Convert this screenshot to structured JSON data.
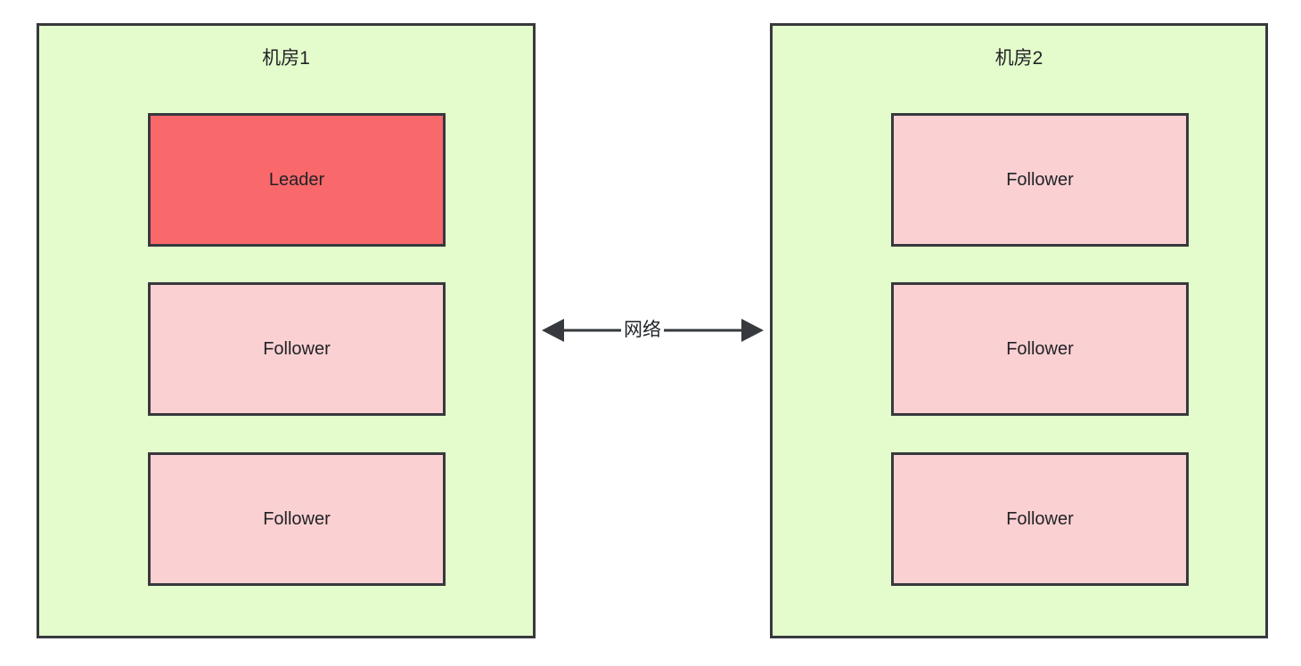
{
  "diagram": {
    "title": "",
    "colors": {
      "canvas_background": "#FFFFFF",
      "zone_fill": "#E4FBCB",
      "zone_border": "#36393D",
      "leader_fill": "#F9686B",
      "follower_fill": "#FBD0D2",
      "node_border": "#36393D",
      "text": "#1F2226",
      "link_stroke": "#36393D"
    },
    "zones": [
      {
        "id": "zone-1",
        "title": "机房1",
        "nodes": [
          {
            "role": "leader",
            "label": "Leader"
          },
          {
            "role": "follower",
            "label": "Follower"
          },
          {
            "role": "follower",
            "label": "Follower"
          }
        ]
      },
      {
        "id": "zone-2",
        "title": "机房2",
        "nodes": [
          {
            "role": "follower",
            "label": "Follower"
          },
          {
            "role": "follower",
            "label": "Follower"
          },
          {
            "role": "follower",
            "label": "Follower"
          }
        ]
      }
    ],
    "link": {
      "label": "网络",
      "direction": "bidirectional",
      "from": "zone-1",
      "to": "zone-2"
    }
  }
}
